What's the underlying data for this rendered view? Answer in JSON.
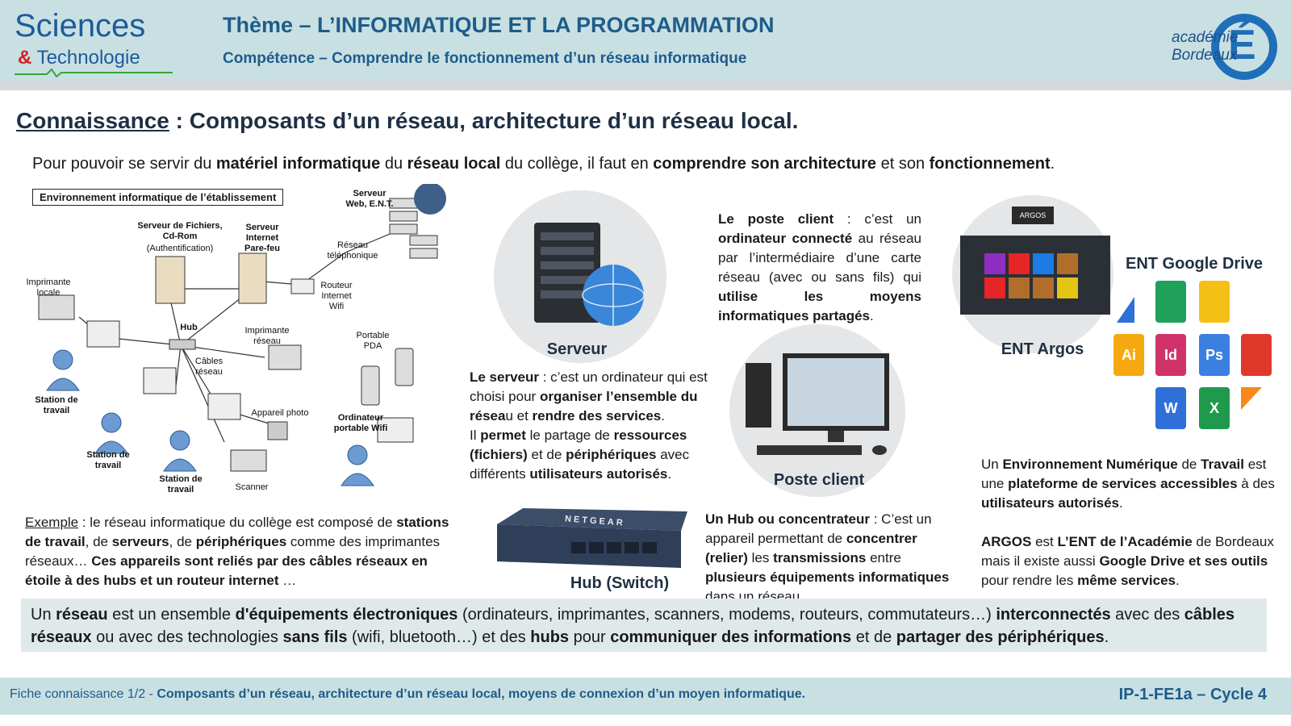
{
  "header": {
    "logo_left_line1": "Sciences",
    "logo_left_amp": "&",
    "logo_left_line2": "Technologie",
    "title": "Thème – L’INFORMATIQUE ET LA PROGRAMMATION",
    "subtitle": "Compétence – Comprendre le fonctionnement d’un réseau informatique",
    "logo_right_line1": "académie",
    "logo_right_line2": "Bordeaux",
    "logo_right_letter": "É"
  },
  "section": {
    "heading_underlined": "Connaissance",
    "heading_rest": " : Composants d’un réseau, architecture d’un réseau local."
  },
  "intro": {
    "p1": "Pour pouvoir se servir du ",
    "b1": "matériel informatique",
    "p2": " du ",
    "b2": "réseau local",
    "p3": " du collège, il faut en ",
    "b3": "comprendre son architecture",
    "p4": " et son ",
    "b4": "fonctionnement",
    "p5": "."
  },
  "diagram": {
    "title": "Environnement informatique de l’établissement",
    "labels": {
      "server_files": "Serveur de Fichiers, Cd-Rom",
      "server_files_sub": "(Authentification)",
      "server_internet": "Serveur Internet Pare-feu",
      "server_web": "Serveur Web, E.N.T.",
      "phone_network": "Réseau téléphonique",
      "router": "Routeur Internet Wifi",
      "printer_local": "Imprimante locale",
      "hub": "Hub",
      "printer_net": "Imprimante réseau",
      "cables": "Câbles réseau",
      "station1": "Station de travail",
      "station2": "Station de travail",
      "station3": "Station de travail",
      "camera": "Appareil photo",
      "scanner": "Scanner",
      "pda": "Portable PDA",
      "laptop": "Ordinateur portable Wifi"
    }
  },
  "example": {
    "label": "Exemple",
    "p1": " : le réseau informatique du collège est composé de ",
    "b1": "stations de travail",
    "p2": ", de ",
    "b2": "serveurs",
    "p3": ", de ",
    "b3": "périphériques",
    "p4": " comme des imprimantes réseaux… ",
    "b4": "Ces appareils sont reliés par des câbles réseaux en étoile à des hubs et un routeur internet",
    "p5": " …"
  },
  "server": {
    "caption": "Serveur",
    "b1": "Le serveur",
    "p1": " : c’est un ordinateur qui est choisi pour ",
    "b2": "organiser l’ensemble du résea",
    "p2": "u et ",
    "b3": "rendre des services",
    "p3": ".",
    "p4": "Il ",
    "b4": "permet",
    "p5": " le partage de ",
    "b5": "ressources (fichiers)",
    "p6": " et de ",
    "b6": "périphériques",
    "p7": " avec différents ",
    "b7": "utilisateurs autorisés",
    "p8": "."
  },
  "hub": {
    "caption": "Hub (Switch)",
    "brand": "NETGEAR",
    "b1": "Un Hub ou concentrateur",
    "p1": " : C’est un appareil permettant de ",
    "b2": "concentrer (relier)",
    "p2": " les ",
    "b3": "transmissions",
    "p3": " entre ",
    "b4": "plusieurs équipements informatiques",
    "p4": " dans un réseau"
  },
  "client": {
    "caption": "Poste client",
    "b1": "Le poste client",
    "p1": " : c’est un ",
    "b2": "ordinateur connecté",
    "p2": " au réseau par l’intermédiaire d’une carte réseau (avec ou sans fils) qui ",
    "b3": "utilise les moyens informatiques partagés",
    "p3": "."
  },
  "argos": {
    "caption": "ENT Argos",
    "badge": "ARGOS"
  },
  "google": {
    "caption": "ENT Google Drive",
    "apps": [
      "Ai",
      "Id",
      "Ps",
      "W",
      "X"
    ]
  },
  "ent": {
    "p1": "Un ",
    "b1": "Environnement Numérique",
    "p2": " de ",
    "b2": "Travail",
    "p3": " est une ",
    "b3": "plateforme de services accessibles",
    "p4": " à des ",
    "b4": "utilisateurs autorisés",
    "p5": ".",
    "b5": "ARGOS",
    "p6": " est ",
    "b6": "L’ENT de l’Académie",
    "p7": " de Bordeaux mais il existe aussi ",
    "b7": "Google Drive et ses outils",
    "p8": " pour rendre les ",
    "b8": "même services",
    "p9": "."
  },
  "definition": {
    "p1": "Un ",
    "b1": "réseau",
    "p2": " est un ensemble ",
    "b2": "d'équipements électroniques",
    "p3": " (ordinateurs, imprimantes, scanners, modems, routeurs, commutateurs…) ",
    "b3": "interconnectés",
    "p4": " avec des ",
    "b4": "câbles réseaux",
    "p5": " ou avec des technologies ",
    "b5": "sans fils",
    "p6": " (wifi, bluetooth…) et des ",
    "b6": "hubs",
    "p7": " pour ",
    "b7": "communiquer des informations",
    "p8": " et de ",
    "b8": "partager des périphériques",
    "p9": "."
  },
  "footer": {
    "left_plain": "Fiche connaissance 1/2 - ",
    "left_bold": "Composants d’un réseau, architecture d’un réseau local, moyens de connexion d’un moyen informatique.",
    "right": "IP-1-FE1a – Cycle 4"
  },
  "colors": {
    "header_bg": "#c9e0e3",
    "title_blue": "#1e5c8a",
    "definition_bg": "#dfe9ea"
  }
}
